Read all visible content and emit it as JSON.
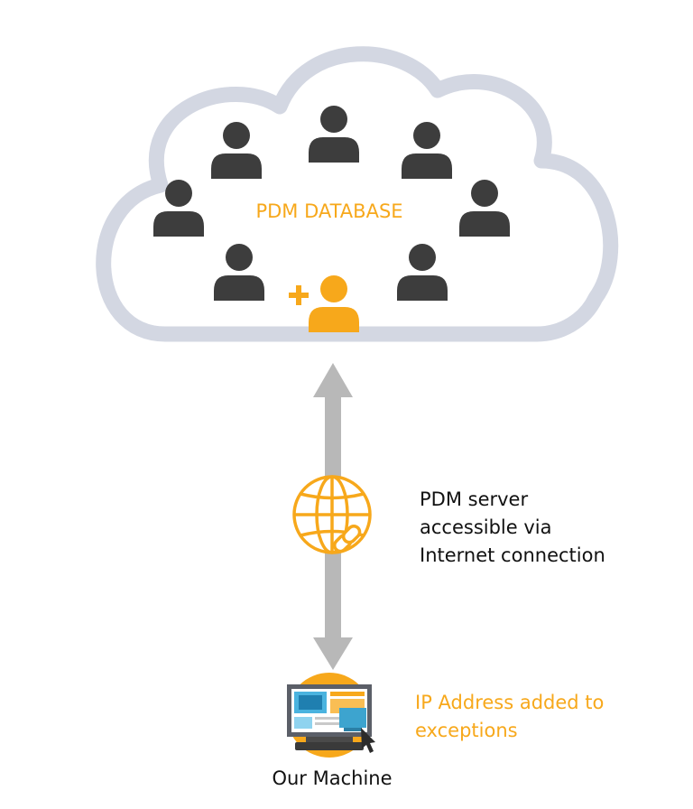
{
  "colors": {
    "accent": "#f7a81b",
    "user_icon": "#3d3d3d",
    "cloud_outline": "#d3d7e2",
    "arrow": "#b8b8b8",
    "text": "#111111"
  },
  "cloud": {
    "label": "PDM DATABASE",
    "icon": "cloud-icon",
    "users": [
      {
        "name": "user-icon-1",
        "icon": "user-icon"
      },
      {
        "name": "user-icon-2",
        "icon": "user-icon"
      },
      {
        "name": "user-icon-3",
        "icon": "user-icon"
      },
      {
        "name": "user-icon-4",
        "icon": "user-icon"
      },
      {
        "name": "user-icon-5",
        "icon": "user-icon"
      },
      {
        "name": "user-icon-6",
        "icon": "user-icon"
      },
      {
        "name": "user-icon-7",
        "icon": "user-icon"
      }
    ],
    "new_user_icon": "add-user-icon"
  },
  "connection": {
    "icon": "globe-link-icon",
    "arrow_icon": "double-arrow-icon",
    "label_lines": [
      "PDM server",
      "accessible via",
      "Internet connection"
    ]
  },
  "machine": {
    "icon": "computer-icon",
    "label": "Our Machine",
    "note_lines": [
      "IP Address added to",
      "exceptions"
    ]
  }
}
